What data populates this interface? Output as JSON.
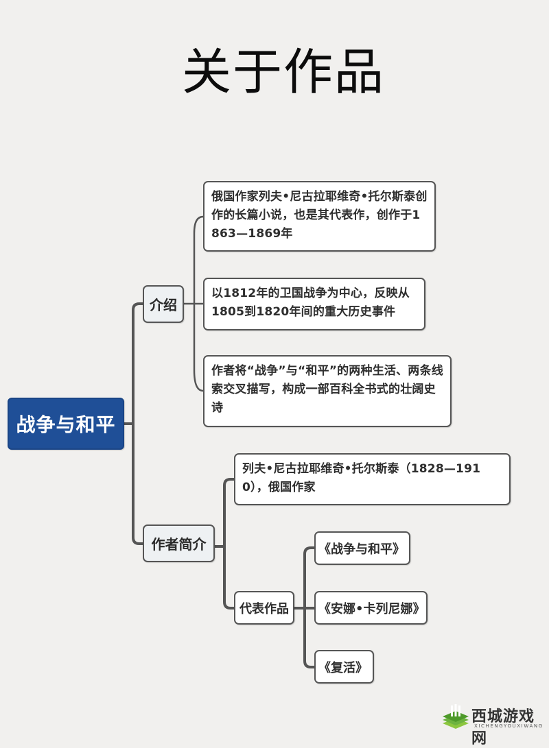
{
  "title": "关于作品",
  "root": {
    "label": "战争与和平",
    "color": "#1f4f97"
  },
  "branches": [
    {
      "label": "介绍",
      "children": [
        {
          "text": "俄国作家列夫•尼古拉耶维奇•托尔斯泰创作的长篇小说，也是其代表作，创作于1863—1869年"
        },
        {
          "text": "以1812年的卫国战争为中心，反映从1805到1820年间的重大历史事件"
        },
        {
          "text": "作者将“战争”与“和平”的两种生活、两条线索交叉描写，构成一部百科全书式的壮阔史诗"
        }
      ]
    },
    {
      "label": "作者简介",
      "children": [
        {
          "text": "列夫•尼古拉耶维奇•托尔斯泰（1828—1910），俄国作家"
        },
        {
          "label": "代表作品",
          "works": [
            "《战争与和平》",
            "《安娜•卡列尼娜》",
            "《复活》"
          ]
        }
      ]
    }
  ],
  "watermark": {
    "name": "西城游戏网",
    "sub": "XICHENGYOUXIWANG",
    "icon": "wheat-stack-logo-icon",
    "color": "#5aa62a"
  }
}
